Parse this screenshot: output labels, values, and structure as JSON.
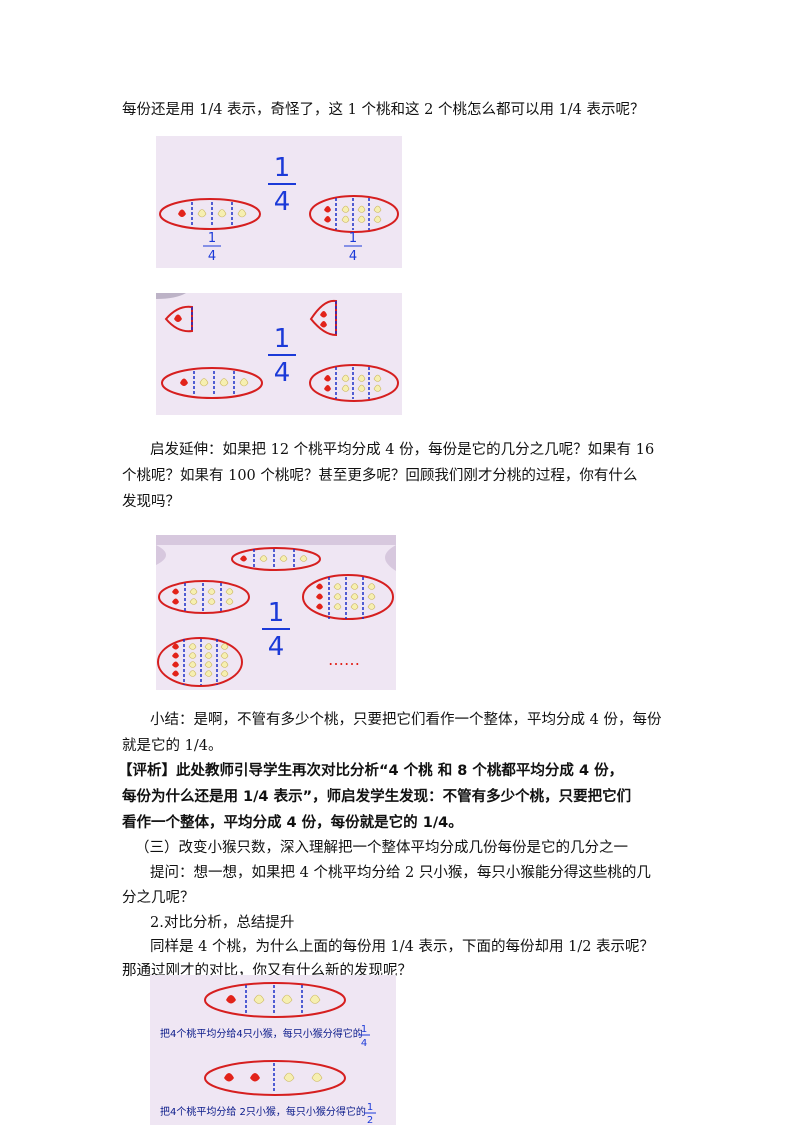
{
  "text": {
    "p1": "每份还是用 1/4 表示，奇怪了，这 1 个桃和这 2 个桃怎么都可以用 1/4 表示呢？",
    "p2a": "启发延伸：如果把 12 个桃平均分成 4 份，每份是它的几分之几呢？如果有 16",
    "p2b": "个桃呢？如果有 100 个桃呢？甚至更多呢？回顾我们刚才分桃的过程，你有什么",
    "p2c": "发现吗？",
    "p3a": "小结：是啊，不管有多少个桃，只要把它们看作一个整体，平均分成 4 份，每份",
    "p3b": "就是它的 1/4。",
    "p4a": "【评析】此处教师引导学生再次对比分析“4 个桃 和 8 个桃都平均分成 4 份，",
    "p4b": "每份为什么还是用 1/4 表示”，师启发学生发现：不管有多少个桃，只要把它们",
    "p4c": "看作一个整体，平均分成 4 份，每份就是它的 1/4。",
    "p5": "（三）改变小猴只数，深入理解把一个整体平均分成几份每份是它的几分之一",
    "p6a": "提问：想一想，如果把 4 个桃平均分给 2 只小猴，每只小猴能分得这些桃的几",
    "p6b": "分之几呢？",
    "p7": "2.对比分析，总结提升",
    "p8a": "同样是 4 个桃，为什么上面的每份用 1/4 表示，下面的每份却用 1/2 表示呢？",
    "p8b": "那通过刚才的对比，你又有什么新的发现呢？"
  },
  "figures": {
    "fig1": {
      "numerator": "1",
      "denominator": "4",
      "label_num": "1",
      "label_den": "4"
    },
    "fig2": {
      "numerator": "1",
      "denominator": "4"
    },
    "fig3": {
      "numerator": "1",
      "denominator": "4",
      "ellipsis": "……"
    },
    "fig4": {
      "caption1_prefix": "把4个桃平均分给4只小猴，每只小猴分得它的",
      "caption1_num": "1",
      "caption1_den": "4",
      "caption2_prefix": "把4个桃平均分给 2只小猴，每只小猴分得它的",
      "caption2_num": "1",
      "caption2_den": "2"
    }
  },
  "colors": {
    "accent_red": "#d61f1f",
    "divider_blue": "#1b2fc8",
    "peach_red": "#e2231a",
    "peach_cream": "#f6efb0",
    "bg": "#efe6f3"
  }
}
